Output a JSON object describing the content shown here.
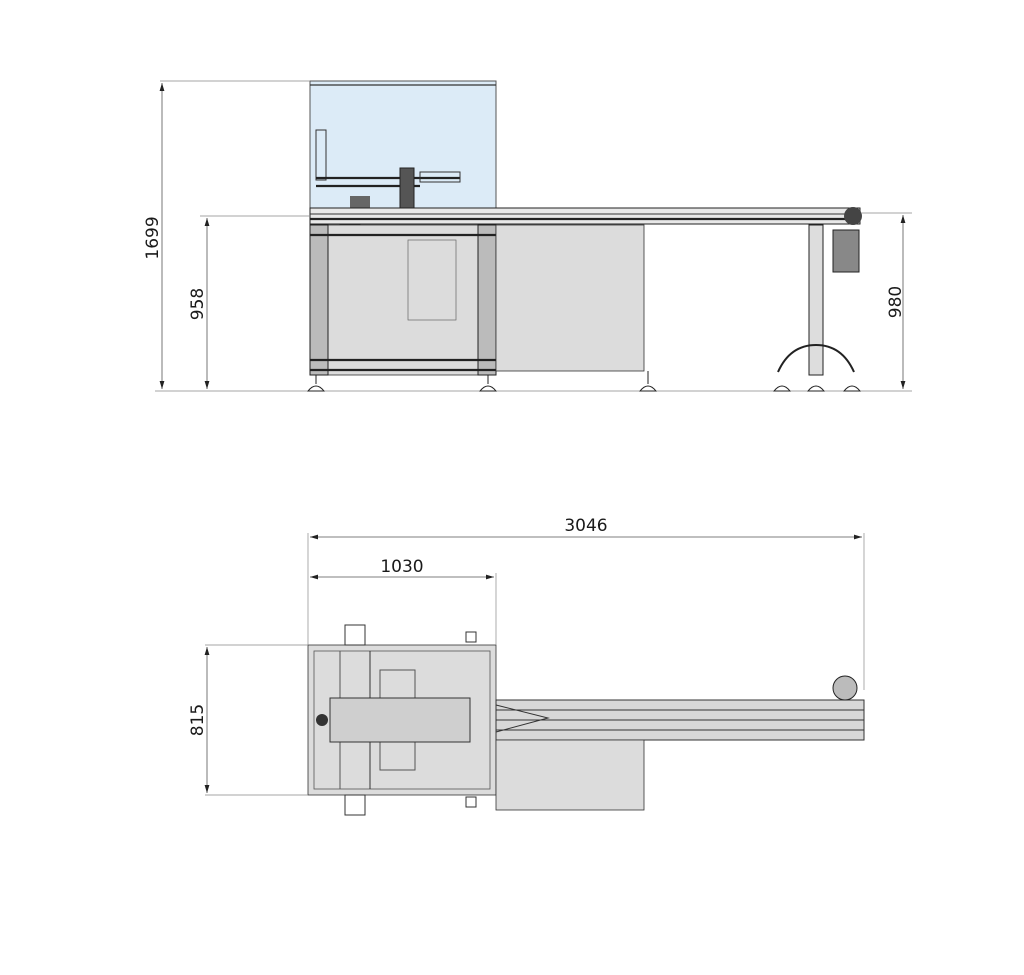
{
  "drawing": {
    "views": [
      {
        "name": "side-view",
        "dimensions": {
          "overall_height": "1699",
          "table_height": "958",
          "conveyor_height": "980"
        }
      },
      {
        "name": "top-view",
        "dimensions": {
          "overall_length": "3046",
          "machine_length": "1030",
          "machine_width": "815"
        }
      }
    ],
    "colors": {
      "guard_fill": "#dcebf7",
      "panel_fill": "#dcdcdc",
      "line": "#222222",
      "background": "#ffffff"
    }
  },
  "side": {
    "dim_1699": "1699",
    "dim_958": "958",
    "dim_980": "980"
  },
  "top": {
    "dim_3046": "3046",
    "dim_1030": "1030",
    "dim_815": "815"
  }
}
